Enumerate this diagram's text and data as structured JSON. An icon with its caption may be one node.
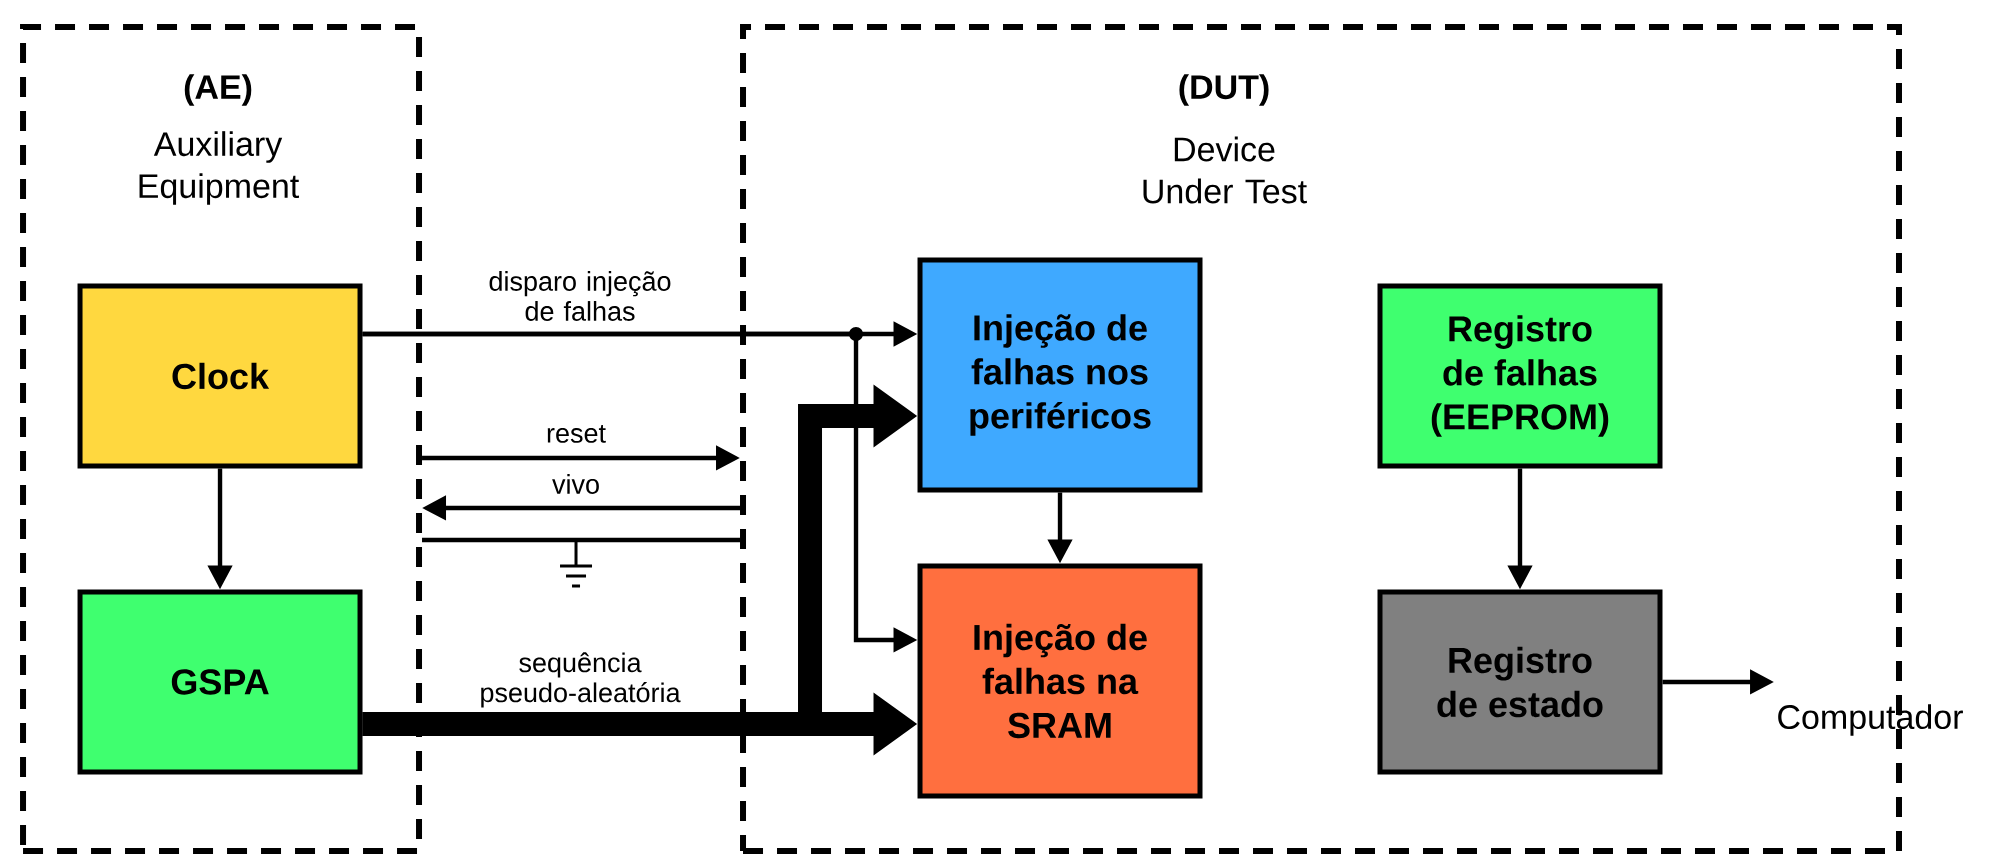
{
  "diagram": {
    "nodes": [
      {
        "text": [
          "(AE)",
          "Auxiliary Equipment"
        ]
      },
      {
        "text": [
          "(DUT)",
          "Device Under Test"
        ]
      },
      {
        "text": [
          "Clock"
        ],
        "in": 0
      },
      {
        "text": [
          "GSPA"
        ],
        "in": 0
      },
      {
        "text": [
          "Injeção de falhas nos periféricos"
        ],
        "in": 1
      },
      {
        "text": [
          "Injeção de falhas na SRAM"
        ],
        "in": 1
      },
      {
        "text": [
          "Registro de falhas (EEPROM)"
        ],
        "in": 1
      },
      {
        "text": [
          "Registro de estado"
        ],
        "in": 1
      },
      {
        "text": [
          "Computador"
        ]
      }
    ],
    "edges": [
      {
        "from": 2,
        "to": 4,
        "arrow": "to",
        "label": "disparo injeção de falhas"
      },
      {
        "from": 2,
        "to": 5,
        "arrow": "to"
      },
      {
        "from": 2,
        "to": 3,
        "arrow": "to"
      },
      {
        "from": 3,
        "to": 4,
        "arrow": "to",
        "style": "thick"
      },
      {
        "from": 3,
        "to": 5,
        "arrow": "to",
        "style": "thick",
        "label": "sequência pseudo-aleatória"
      },
      {
        "from": 0,
        "to": 1,
        "arrow": "to",
        "label": "reset"
      },
      {
        "from": 1,
        "to": 0,
        "arrow": "to",
        "label": "vivo"
      },
      {
        "from": 0,
        "to": 1,
        "arrow": "none"
      },
      {
        "from": 4,
        "to": 5,
        "arrow": "to"
      },
      {
        "from": 6,
        "to": 7,
        "arrow": "to"
      },
      {
        "from": 7,
        "to": 8,
        "arrow": "to"
      }
    ]
  }
}
